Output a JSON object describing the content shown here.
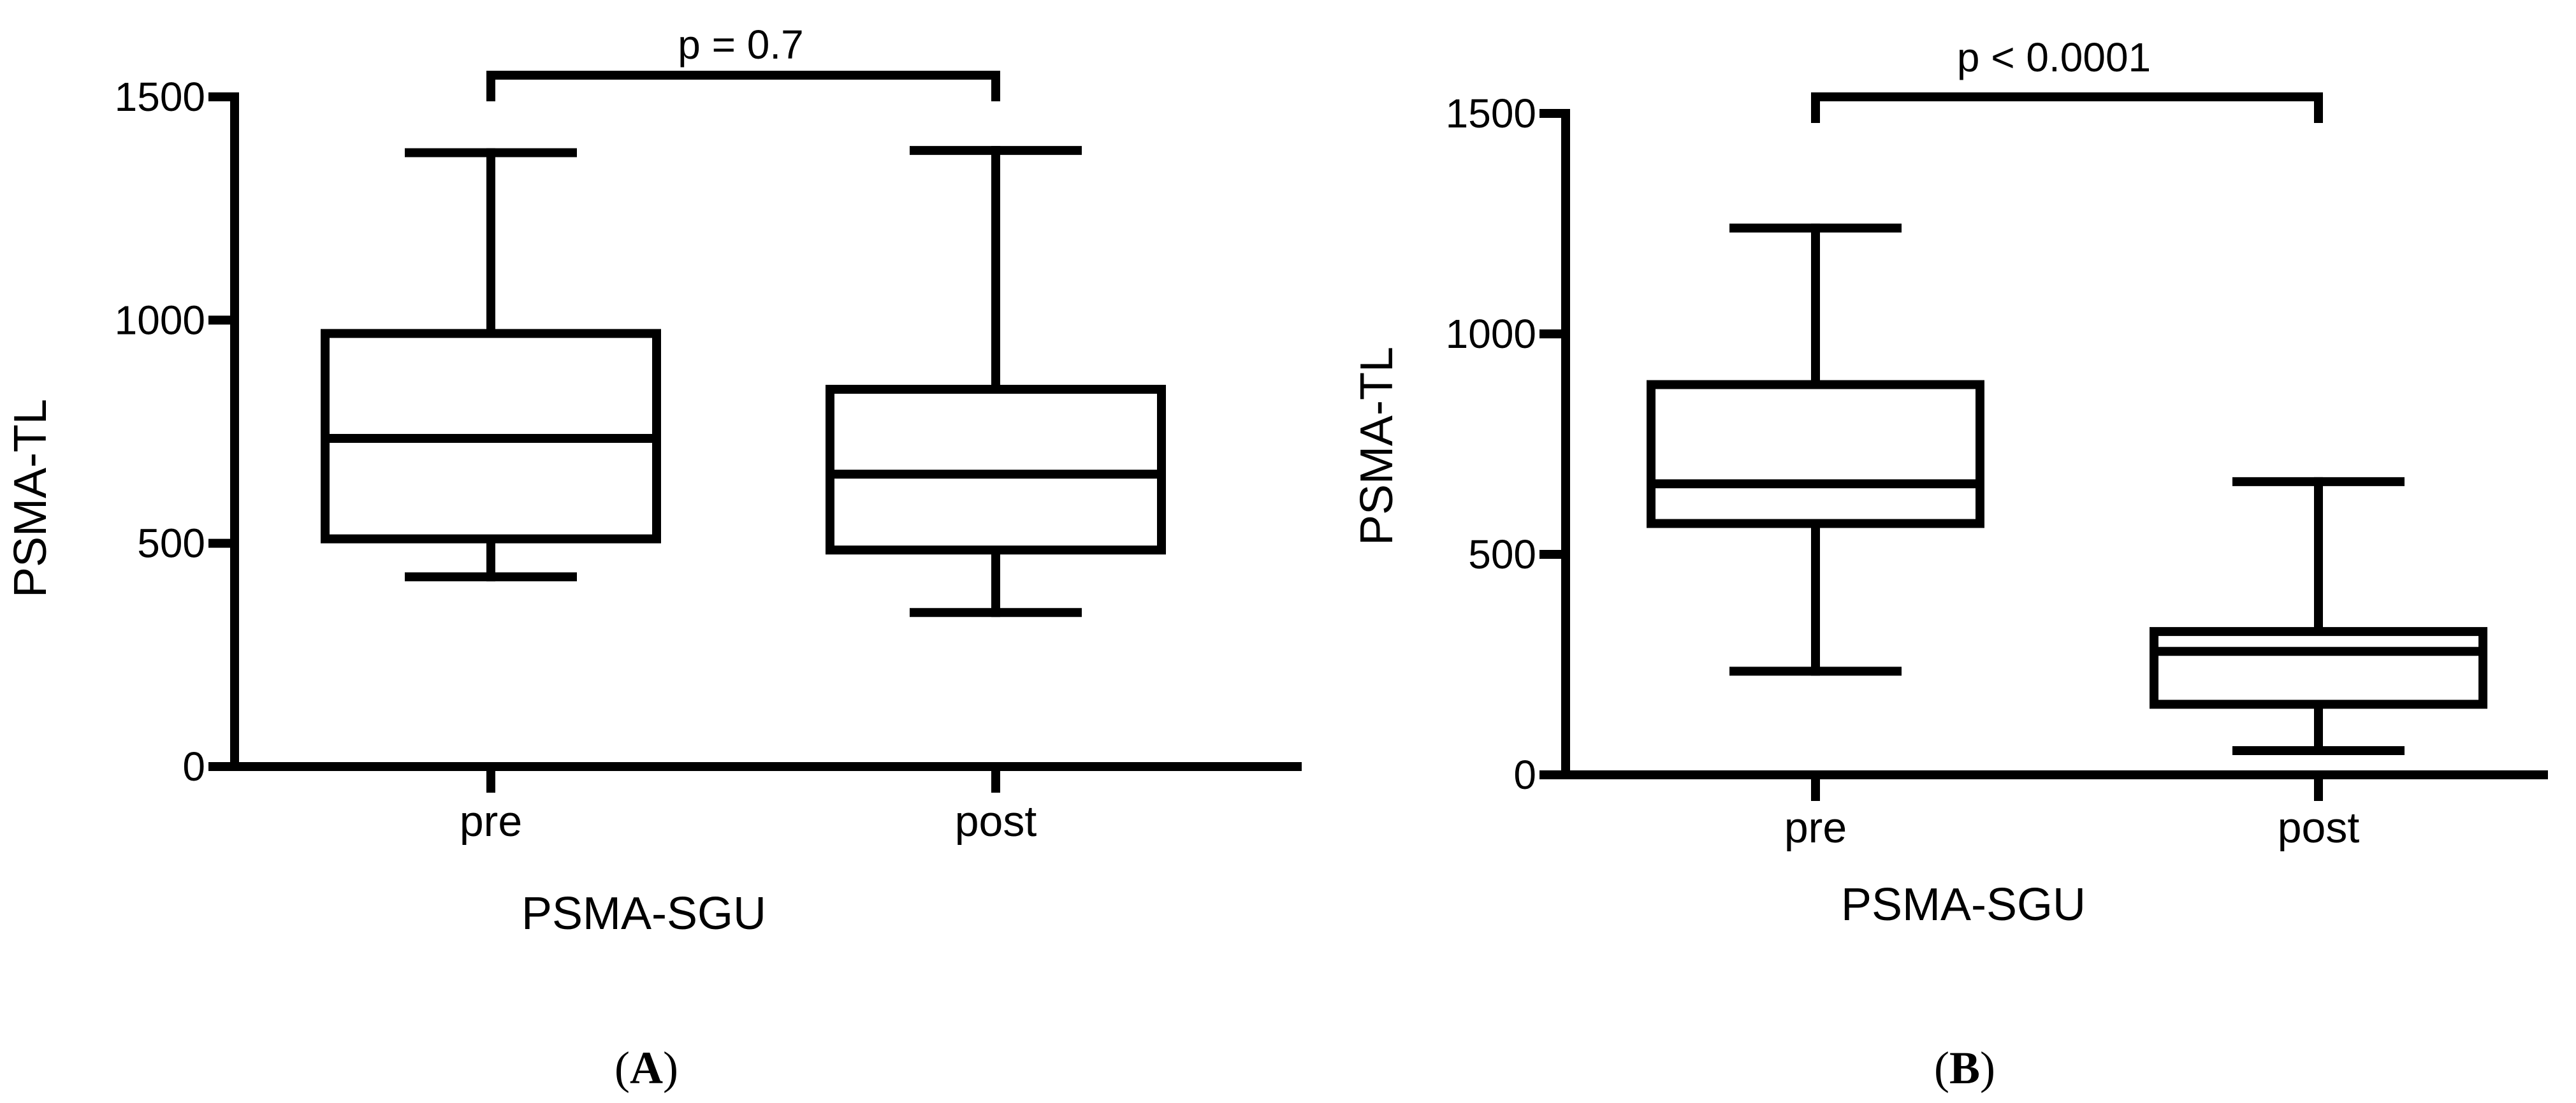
{
  "chart_data": [
    {
      "type": "box",
      "panel_label": "A",
      "xlabel": "PSMA-SGU",
      "ylabel": "PSMA-TL",
      "ylim": [
        0,
        1500
      ],
      "yticks": [
        0,
        500,
        1000,
        1500
      ],
      "categories": [
        "pre",
        "post"
      ],
      "boxes": [
        {
          "category": "pre",
          "min": 425,
          "q1": 510,
          "median": 735,
          "q3": 970,
          "max": 1375
        },
        {
          "category": "post",
          "min": 345,
          "q1": 485,
          "median": 655,
          "q3": 845,
          "max": 1380
        }
      ],
      "annotation": "p = 0.7",
      "grid": false,
      "legend": "none"
    },
    {
      "type": "box",
      "panel_label": "B",
      "xlabel": "PSMA-SGU",
      "ylabel": "PSMA-TL",
      "ylim": [
        0,
        1500
      ],
      "yticks": [
        0,
        500,
        1000,
        1500
      ],
      "categories": [
        "pre",
        "post"
      ],
      "boxes": [
        {
          "category": "pre",
          "min": 235,
          "q1": 570,
          "median": 660,
          "q3": 885,
          "max": 1240
        },
        {
          "category": "post",
          "min": 55,
          "q1": 160,
          "median": 280,
          "q3": 325,
          "max": 665
        }
      ],
      "annotation": "p < 0.0001",
      "grid": false,
      "legend": "none"
    }
  ],
  "captions": [
    {
      "open": "(",
      "label": "A",
      "close": ")"
    },
    {
      "open": "(",
      "label": "B",
      "close": ")"
    }
  ]
}
